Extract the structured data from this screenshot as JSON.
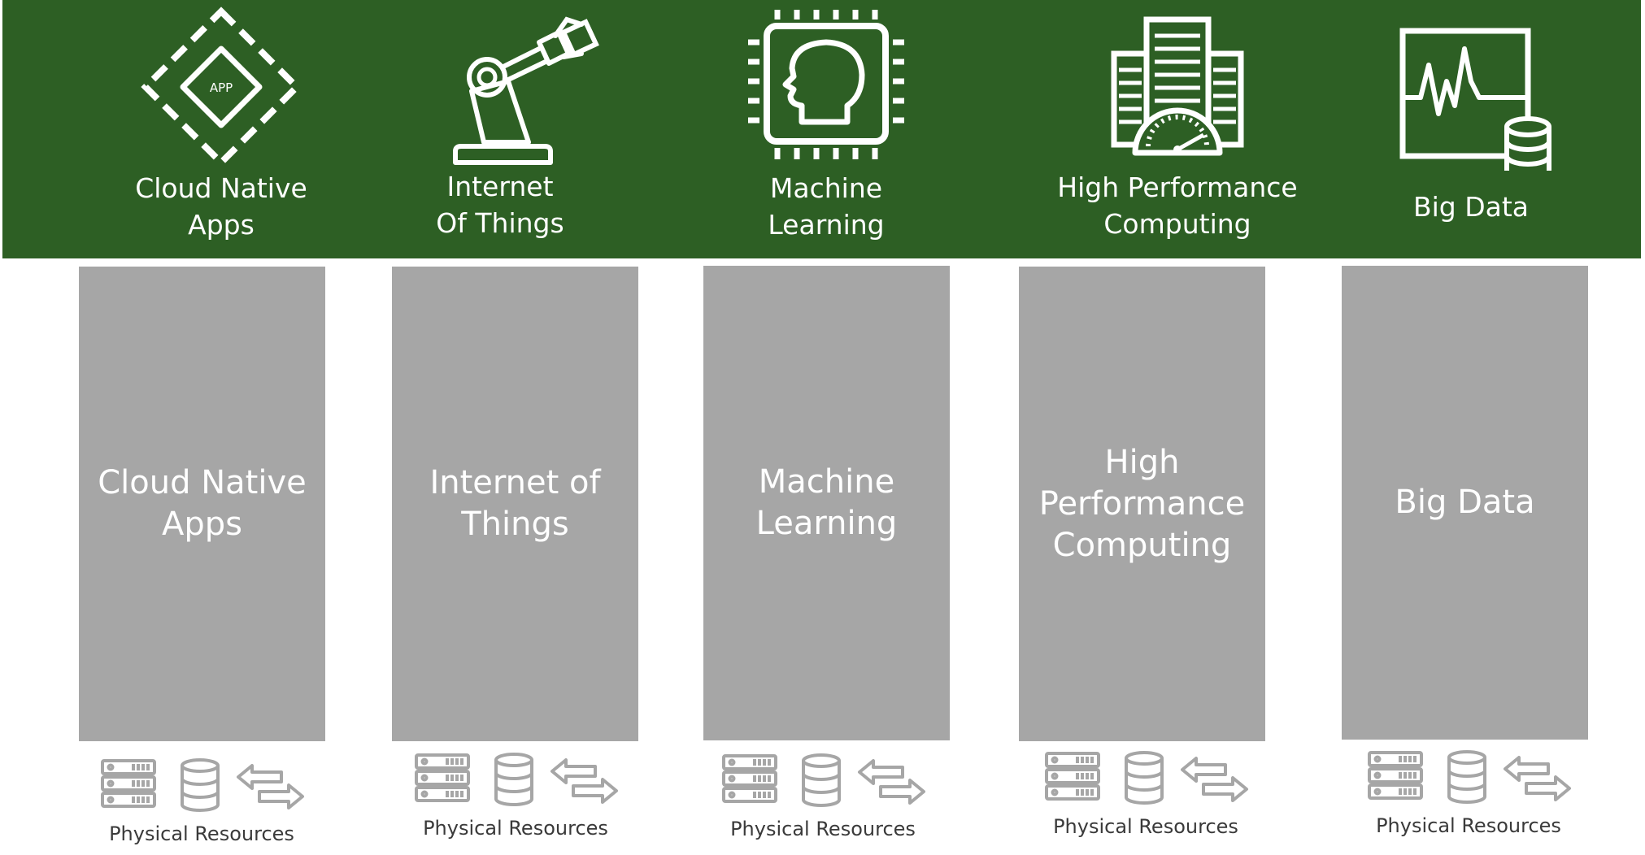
{
  "colors": {
    "banner": "#2d5f24",
    "column": "#a6a6a6",
    "resource_icon": "#a6a6a6",
    "label_text": "#3a3a3a"
  },
  "header": {
    "categories": [
      {
        "icon": "app-diamond-icon",
        "icon_text": "APP",
        "line1": "Cloud Native",
        "line2": "Apps"
      },
      {
        "icon": "robot-arm-icon",
        "line1": "Internet",
        "line2": "Of Things"
      },
      {
        "icon": "chip-head-icon",
        "line1": "Machine",
        "line2": "Learning"
      },
      {
        "icon": "buildings-gauge-icon",
        "line1": "High Performance",
        "line2": "Computing"
      },
      {
        "icon": "monitor-database-icon",
        "line1": "Big Data",
        "line2": ""
      }
    ]
  },
  "columns": [
    {
      "lines": [
        "Cloud Native",
        "Apps"
      ]
    },
    {
      "lines": [
        "Internet of",
        "Things"
      ]
    },
    {
      "lines": [
        "Machine",
        "Learning"
      ]
    },
    {
      "lines": [
        "High",
        "Performance",
        "Computing"
      ]
    },
    {
      "lines": [
        "Big Data"
      ]
    }
  ],
  "resources": {
    "label": "Physical Resources",
    "icons": [
      "server-stack-icon",
      "database-icon",
      "transfer-arrows-icon"
    ]
  }
}
